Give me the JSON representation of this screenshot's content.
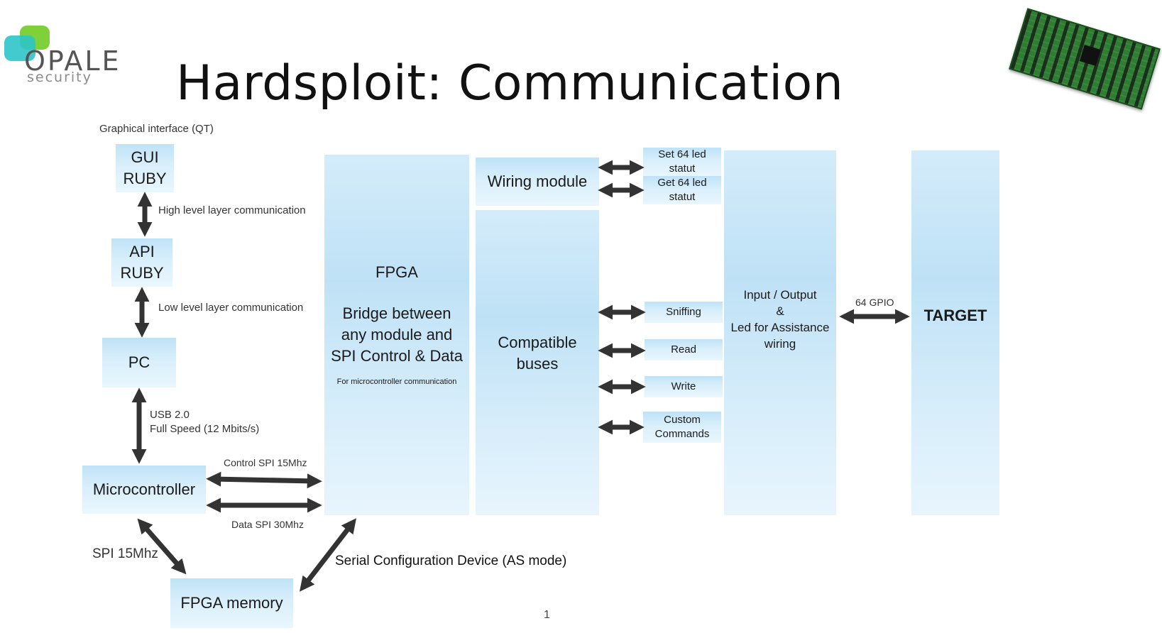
{
  "logo": {
    "brand": "OPALE",
    "tagline": "security"
  },
  "title": "Hardsploit: Communication",
  "labels": {
    "gui_caption": "Graphical interface  (QT)",
    "high_level": "High level layer communication",
    "low_level": "Low level layer communication",
    "usb_line1": "USB 2.0",
    "usb_line2": "Full Speed (12 Mbits/s)",
    "control_spi": "Control SPI 15Mhz",
    "data_spi": "Data SPI 30Mhz",
    "spi_15": "SPI 15Mhz",
    "serial_config": "Serial Configuration Device (AS mode)",
    "gpio": "64  GPIO",
    "page_number": "1"
  },
  "boxes": {
    "gui": {
      "line1": "GUI",
      "line2": "RUBY"
    },
    "api": {
      "line1": "API",
      "line2": "RUBY"
    },
    "pc": "PC",
    "microcontroller": "Microcontroller",
    "fpga_memory": "FPGA memory",
    "fpga": {
      "heading": "FPGA",
      "line1": "Bridge between",
      "line2": "any module and",
      "line3": "SPI Control & Data",
      "note": "For microcontroller communication"
    },
    "wiring_module": "Wiring module",
    "compatible_buses": {
      "line1": "Compatible",
      "line2": "buses"
    },
    "set_led": {
      "line1": "Set 64 led",
      "line2": "statut"
    },
    "get_led": {
      "line1": "Get 64 led",
      "line2": "statut"
    },
    "sniffing": "Sniffing",
    "read": "Read",
    "write": "Write",
    "custom": {
      "line1": "Custom",
      "line2": "Commands"
    },
    "io": {
      "line1": "Input / Output",
      "line2": "&",
      "line3": "Led for Assistance",
      "line4": "wiring"
    },
    "target": "TARGET"
  }
}
